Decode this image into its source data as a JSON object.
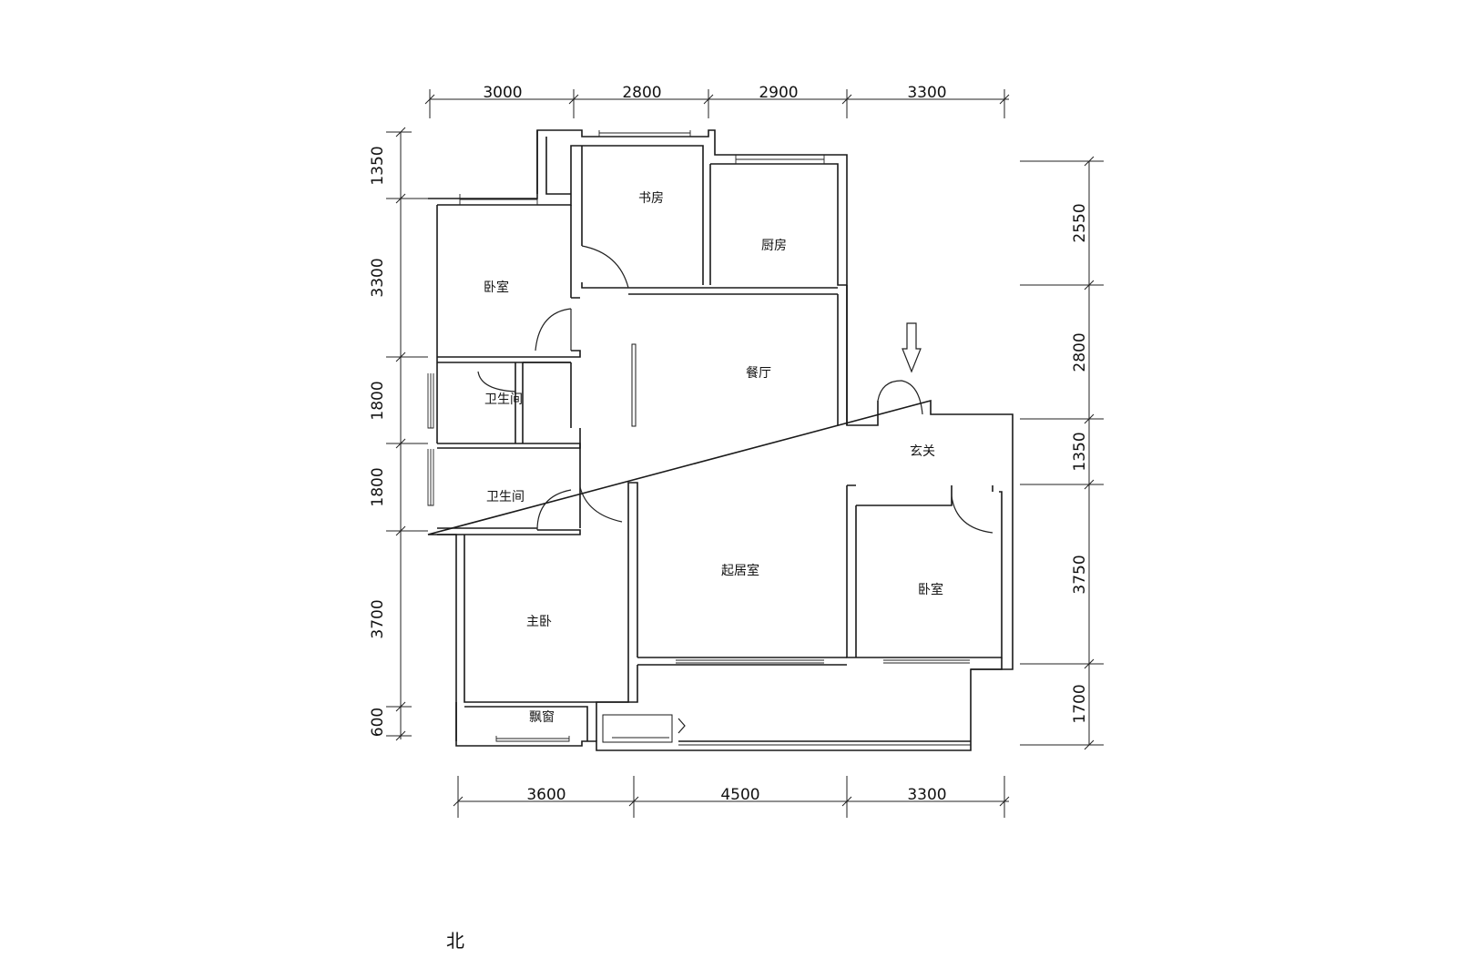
{
  "rooms": {
    "study": "书房",
    "kitchen": "厨房",
    "bedroom_nw": "卧室",
    "dining": "餐厅",
    "bath_upper": "卫生间",
    "bath_lower": "卫生间",
    "foyer": "玄关",
    "living": "起居室",
    "bedroom_se": "卧室",
    "master_bedroom": "主卧",
    "bay_window": "飘窗"
  },
  "dimensions": {
    "top": [
      "3000",
      "2800",
      "2900",
      "3300"
    ],
    "bottom": [
      "3600",
      "4500",
      "3300"
    ],
    "left": [
      "1350",
      "3300",
      "1800",
      "1800",
      "3700",
      "600"
    ],
    "right": [
      "2550",
      "2800",
      "1350",
      "3750",
      "1700"
    ]
  },
  "compass": {
    "north": "北"
  }
}
